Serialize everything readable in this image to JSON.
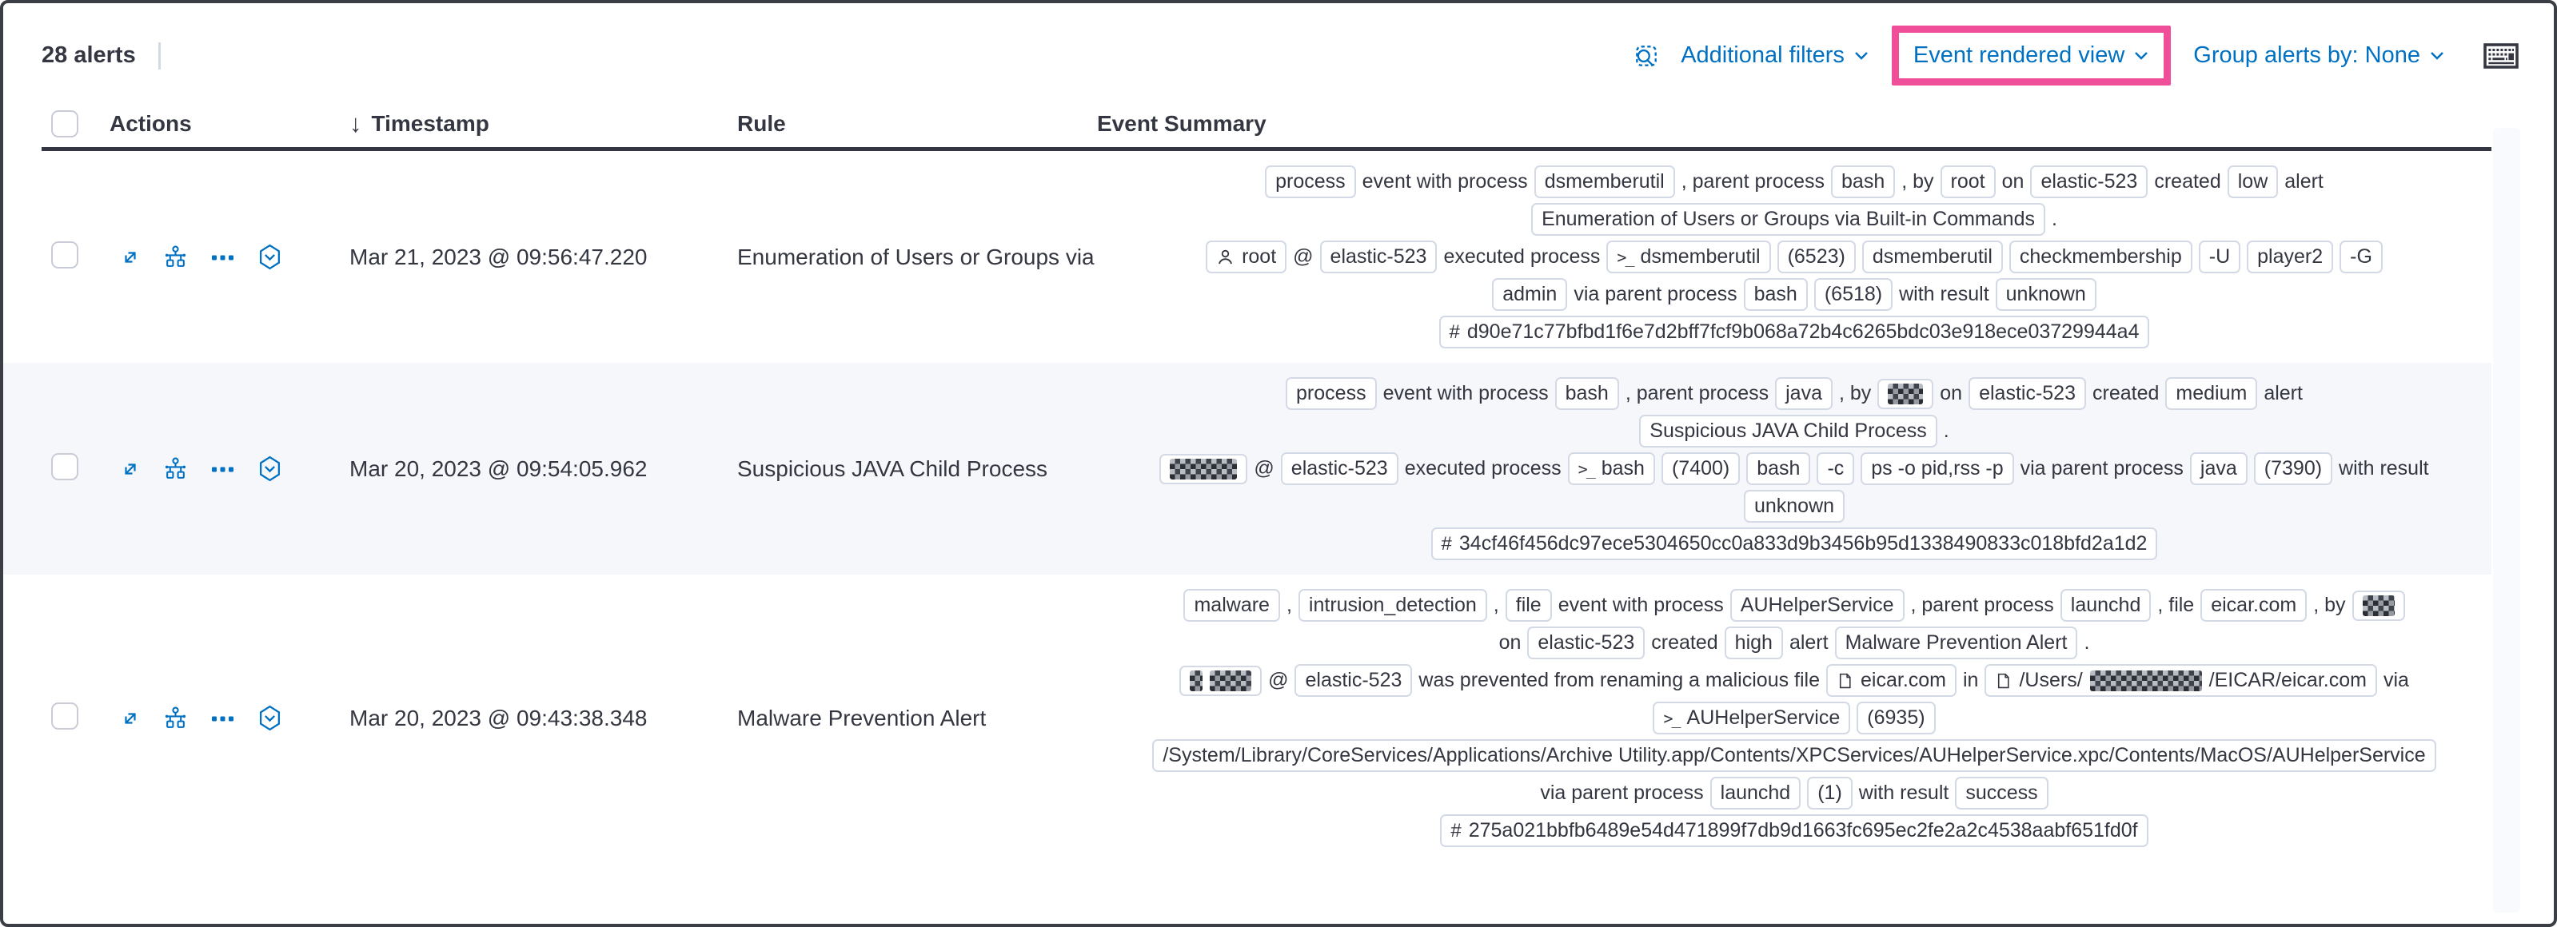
{
  "toolbar": {
    "alert_count": "28 alerts",
    "additional_filters_label": "Additional filters",
    "view_selector_label": "Event rendered view",
    "group_by_label": "Group alerts by: None",
    "icons": {
      "inspect": "inspect-icon",
      "keyboard": "keyboard-shortcuts-icon",
      "chevron": "chevron-down-icon"
    }
  },
  "columns": {
    "actions": "Actions",
    "timestamp": "Timestamp",
    "rule": "Rule",
    "event_summary": "Event Summary"
  },
  "row_action_icons": [
    "expand-alert-icon",
    "analyze-event-icon",
    "more-actions-icon",
    "investigate-in-timeline-icon"
  ],
  "colors": {
    "link_blue": "#0071C2",
    "text_dark": "#343741",
    "badge_border": "#D3DAE6",
    "row_stripe": "#F5F7FB",
    "highlight_pink": "#F04E98",
    "header_border": "#343741"
  },
  "rows": [
    {
      "timestamp": "Mar 21, 2023 @ 09:56:47.220",
      "rule": "Enumeration of Users or Groups via Bui",
      "striped": false,
      "summary_lines": [
        [
          {
            "type": "badge",
            "text": "process"
          },
          {
            "type": "text",
            "text": "event with process"
          },
          {
            "type": "badge",
            "text": "dsmemberutil"
          },
          {
            "type": "text",
            "text": ", parent process"
          },
          {
            "type": "badge",
            "text": "bash"
          },
          {
            "type": "text",
            "text": ", by"
          },
          {
            "type": "badge",
            "text": "root"
          },
          {
            "type": "text",
            "text": "on"
          },
          {
            "type": "badge",
            "text": "elastic-523"
          },
          {
            "type": "text",
            "text": "created"
          },
          {
            "type": "badge",
            "text": "low"
          },
          {
            "type": "text",
            "text": "alert"
          }
        ],
        [
          {
            "type": "badge",
            "text": "Enumeration of Users or Groups via Built-in Commands"
          },
          {
            "type": "text",
            "text": "."
          }
        ],
        [
          {
            "type": "badge",
            "icon": "user",
            "text": "root"
          },
          {
            "type": "text",
            "text": "@"
          },
          {
            "type": "badge",
            "text": "elastic-523"
          },
          {
            "type": "text",
            "text": "executed process"
          },
          {
            "type": "badge",
            "icon": "terminal",
            "text": "dsmemberutil"
          },
          {
            "type": "badge",
            "text": "(6523)"
          },
          {
            "type": "badge",
            "text": "dsmemberutil"
          },
          {
            "type": "badge",
            "text": "checkmembership"
          },
          {
            "type": "badge",
            "text": "-U"
          },
          {
            "type": "badge",
            "text": "player2"
          },
          {
            "type": "badge",
            "text": "-G"
          }
        ],
        [
          {
            "type": "badge",
            "text": "admin"
          },
          {
            "type": "text",
            "text": "via parent process"
          },
          {
            "type": "badge",
            "text": "bash"
          },
          {
            "type": "badge",
            "text": "(6518)"
          },
          {
            "type": "text",
            "text": "with result"
          },
          {
            "type": "badge",
            "text": "unknown"
          }
        ],
        [
          {
            "type": "badge",
            "icon": "hash",
            "text": "d90e71c77bfbd1f6e7d2bff7fcf9b068a72b4c6265bdc03e918ece03729944a4"
          }
        ]
      ]
    },
    {
      "timestamp": "Mar 20, 2023 @ 09:54:05.962",
      "rule": "Suspicious JAVA Child Process",
      "striped": true,
      "summary_lines": [
        [
          {
            "type": "badge",
            "text": "process"
          },
          {
            "type": "text",
            "text": "event with process"
          },
          {
            "type": "badge",
            "text": "bash"
          },
          {
            "type": "text",
            "text": ", parent process"
          },
          {
            "type": "badge",
            "text": "java"
          },
          {
            "type": "text",
            "text": ", by"
          },
          {
            "type": "badge",
            "redacted": true,
            "width": 44
          },
          {
            "type": "text",
            "text": "on"
          },
          {
            "type": "badge",
            "text": "elastic-523"
          },
          {
            "type": "text",
            "text": "created"
          },
          {
            "type": "badge",
            "text": "medium"
          },
          {
            "type": "text",
            "text": "alert"
          }
        ],
        [
          {
            "type": "badge",
            "text": "Suspicious JAVA Child Process"
          },
          {
            "type": "text",
            "text": "."
          }
        ],
        [
          {
            "type": "badge",
            "redacted": true,
            "width": 84
          },
          {
            "type": "text",
            "text": "@"
          },
          {
            "type": "badge",
            "text": "elastic-523"
          },
          {
            "type": "text",
            "text": "executed process"
          },
          {
            "type": "badge",
            "icon": "terminal",
            "text": "bash"
          },
          {
            "type": "badge",
            "text": "(7400)"
          },
          {
            "type": "badge",
            "text": "bash"
          },
          {
            "type": "badge",
            "text": "-c"
          },
          {
            "type": "badge",
            "text": "ps -o pid,rss -p"
          },
          {
            "type": "text",
            "text": "via parent process"
          },
          {
            "type": "badge",
            "text": "java"
          },
          {
            "type": "badge",
            "text": "(7390)"
          },
          {
            "type": "text",
            "text": "with result"
          }
        ],
        [
          {
            "type": "badge",
            "text": "unknown"
          }
        ],
        [
          {
            "type": "badge",
            "icon": "hash",
            "text": "34cf46f456dc97ece5304650cc0a833d9b3456b95d1338490833c018bfd2a1d2"
          }
        ]
      ]
    },
    {
      "timestamp": "Mar 20, 2023 @ 09:43:38.348",
      "rule": "Malware Prevention Alert",
      "striped": false,
      "summary_lines": [
        [
          {
            "type": "badge",
            "text": "malware"
          },
          {
            "type": "text",
            "text": ","
          },
          {
            "type": "badge",
            "text": "intrusion_detection"
          },
          {
            "type": "text",
            "text": ","
          },
          {
            "type": "badge",
            "text": "file"
          },
          {
            "type": "text",
            "text": "event with process"
          },
          {
            "type": "badge",
            "text": "AUHelperService"
          },
          {
            "type": "text",
            "text": ", parent process"
          },
          {
            "type": "badge",
            "text": "launchd"
          },
          {
            "type": "text",
            "text": ", file"
          },
          {
            "type": "badge",
            "text": "eicar.com"
          },
          {
            "type": "text",
            "text": ", by"
          },
          {
            "type": "badge",
            "redacted": true,
            "width": 40
          }
        ],
        [
          {
            "type": "text",
            "text": "on"
          },
          {
            "type": "badge",
            "text": "elastic-523"
          },
          {
            "type": "text",
            "text": "created"
          },
          {
            "type": "badge",
            "text": "high"
          },
          {
            "type": "text",
            "text": "alert"
          },
          {
            "type": "badge",
            "text": "Malware Prevention Alert"
          },
          {
            "type": "text",
            "text": "."
          }
        ],
        [
          {
            "type": "badge",
            "parts": [
              {
                "redacted": true,
                "width": 16
              },
              {
                "redacted": true,
                "width": 52
              }
            ]
          },
          {
            "type": "text",
            "text": "@"
          },
          {
            "type": "badge",
            "text": "elastic-523"
          },
          {
            "type": "text",
            "text": "was prevented from renaming a malicious file"
          },
          {
            "type": "badge",
            "icon": "file",
            "text": "eicar.com"
          },
          {
            "type": "text",
            "text": "in"
          },
          {
            "type": "badge",
            "icon": "file",
            "parts": [
              {
                "text": "/Users/"
              },
              {
                "redacted": true,
                "width": 140
              },
              {
                "text": "/EICAR/eicar.com"
              }
            ]
          },
          {
            "type": "text",
            "text": "via"
          }
        ],
        [
          {
            "type": "badge",
            "icon": "terminal",
            "text": "AUHelperService"
          },
          {
            "type": "badge",
            "text": "(6935)"
          }
        ],
        [
          {
            "type": "badge",
            "text": "/System/Library/CoreServices/Applications/Archive Utility.app/Contents/XPCServices/AUHelperService.xpc/Contents/MacOS/AUHelperService"
          }
        ],
        [
          {
            "type": "text",
            "text": "via parent process"
          },
          {
            "type": "badge",
            "text": "launchd"
          },
          {
            "type": "badge",
            "text": "(1)"
          },
          {
            "type": "text",
            "text": "with result"
          },
          {
            "type": "badge",
            "text": "success"
          }
        ],
        [
          {
            "type": "badge",
            "icon": "hash",
            "text": "275a021bbfb6489e54d471899f7db9d1663fc695ec2fe2a2c4538aabf651fd0f"
          }
        ]
      ]
    }
  ]
}
